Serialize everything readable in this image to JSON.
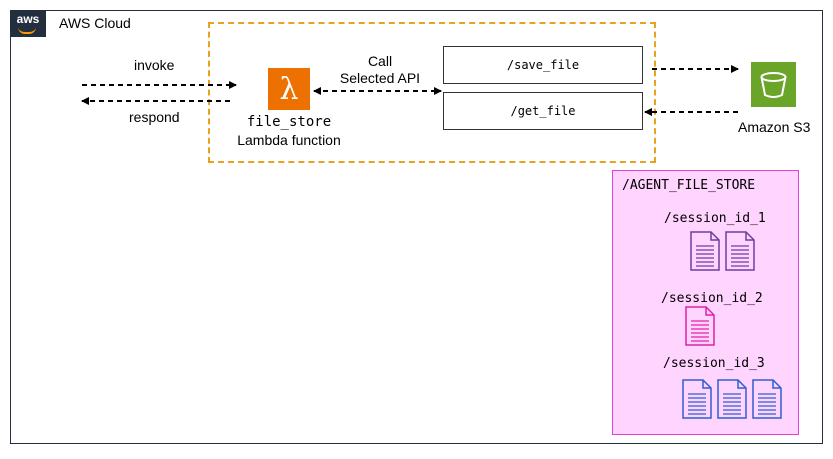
{
  "cloud": {
    "label": "AWS Cloud",
    "logo_text": "aws"
  },
  "flow": {
    "invoke": "invoke",
    "respond": "respond",
    "call_line1": "Call",
    "call_line2": "Selected API"
  },
  "lambda": {
    "name": "file_store",
    "type": "Lambda function",
    "icon": "lambda-icon",
    "color": "#ed7100"
  },
  "apis": [
    {
      "path": "/save_file"
    },
    {
      "path": "/get_file"
    }
  ],
  "s3": {
    "label": "Amazon S3",
    "icon": "bucket-icon",
    "color": "#6aa428"
  },
  "store": {
    "root": "/AGENT_FILE_STORE",
    "sessions": [
      {
        "id": "/session_id_1",
        "files": 2,
        "color": "#6b3fa0"
      },
      {
        "id": "/session_id_2",
        "files": 1,
        "color": "#e020a8"
      },
      {
        "id": "/session_id_3",
        "files": 3,
        "color": "#2f5fd0"
      }
    ]
  }
}
